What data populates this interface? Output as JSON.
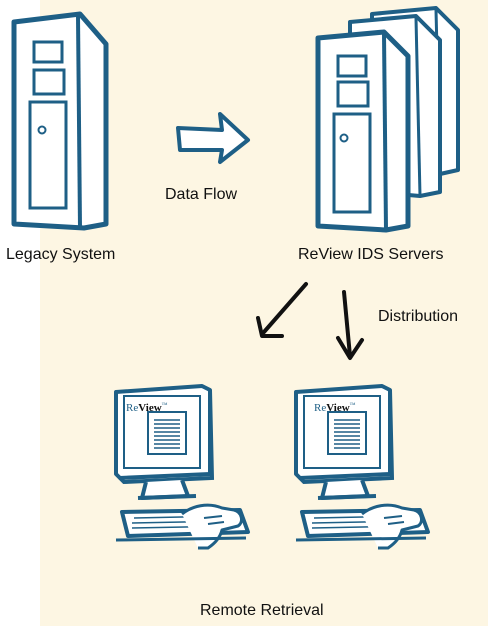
{
  "labels": {
    "data_flow": "Data Flow",
    "legacy_system": "Legacy System",
    "review_ids_servers": "ReView IDS Servers",
    "distribution": "Distribution",
    "remote_retrieval": "Remote Retrieval"
  },
  "screen_logo": {
    "brand_re": "Re",
    "brand_view": "View",
    "trademark": "™"
  },
  "colors": {
    "line": "#1e5f86",
    "background": "#fdf6e3",
    "arrow": "#111111"
  }
}
